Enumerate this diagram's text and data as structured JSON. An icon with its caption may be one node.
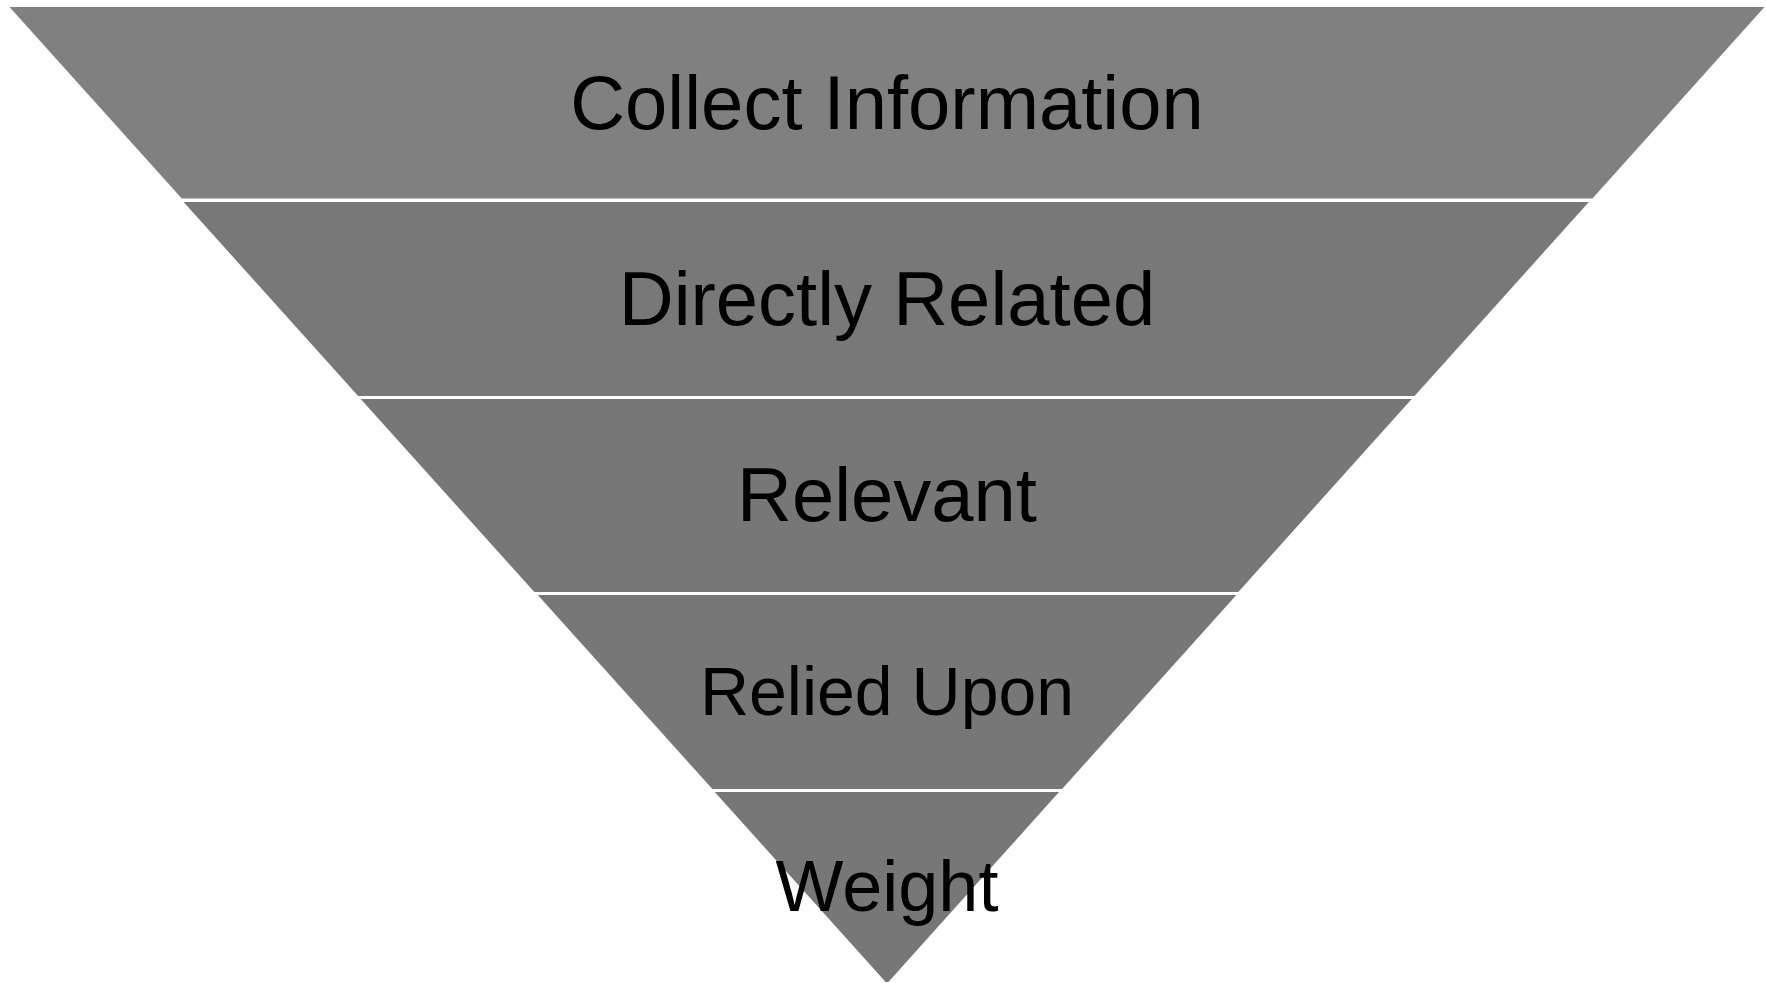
{
  "diagram": {
    "nodes": [
      {
        "text": [
          "Collect Information"
        ]
      },
      {
        "text": [
          "Directly Related"
        ]
      },
      {
        "text": [
          "Relevant"
        ]
      },
      {
        "text": [
          "Relied Upon"
        ]
      },
      {
        "text": [
          "Weight"
        ]
      }
    ]
  }
}
